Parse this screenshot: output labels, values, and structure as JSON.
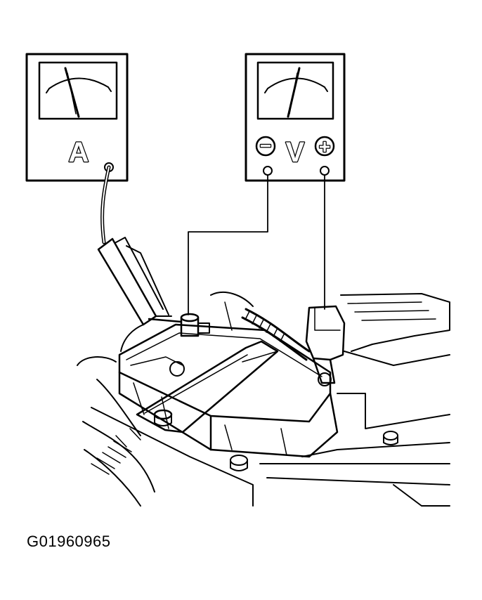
{
  "figure": {
    "id": "G01960965",
    "ammeter_symbol": "A",
    "voltmeter_symbol": "V",
    "voltmeter_negative_symbol": "−",
    "voltmeter_positive_symbol": "+"
  },
  "colors": {
    "ink": "#000000",
    "paper": "#ffffff"
  },
  "icons": [
    "ammeter-icon",
    "voltmeter-icon",
    "battery-icon",
    "clamp-probe-icon"
  ]
}
